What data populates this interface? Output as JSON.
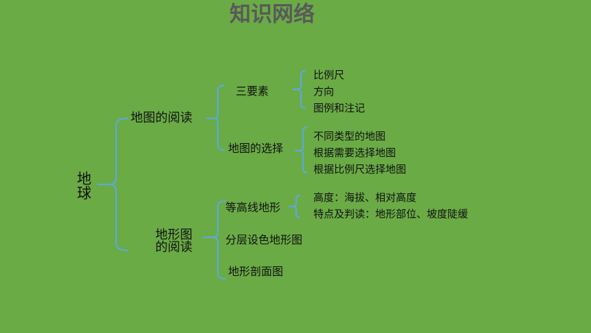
{
  "title": "知识网络",
  "root": {
    "lines": [
      "地",
      "球"
    ]
  },
  "branches": [
    {
      "label": "地图的阅读",
      "children": [
        {
          "label": "三要素",
          "items": [
            "比例尺",
            "方向",
            "图例和注记"
          ]
        },
        {
          "label": "地图的选择",
          "items": [
            "不同类型的地图",
            "根据需要选择地图",
            "根据比例尺选择地图"
          ]
        }
      ]
    },
    {
      "label_lines": [
        "地形图",
        "的阅读"
      ],
      "children": [
        {
          "label": "等高线地形",
          "items": [
            "高度：海拔、相对高度",
            "特点及判读：地形部位、坡度陡缓"
          ]
        },
        {
          "label": "分层设色地形图"
        },
        {
          "label": "地形剖面图"
        }
      ]
    }
  ],
  "colors": {
    "background": "#6aab46",
    "bracket": "#5aa9e6",
    "title": "#595959",
    "text": "#111111"
  }
}
